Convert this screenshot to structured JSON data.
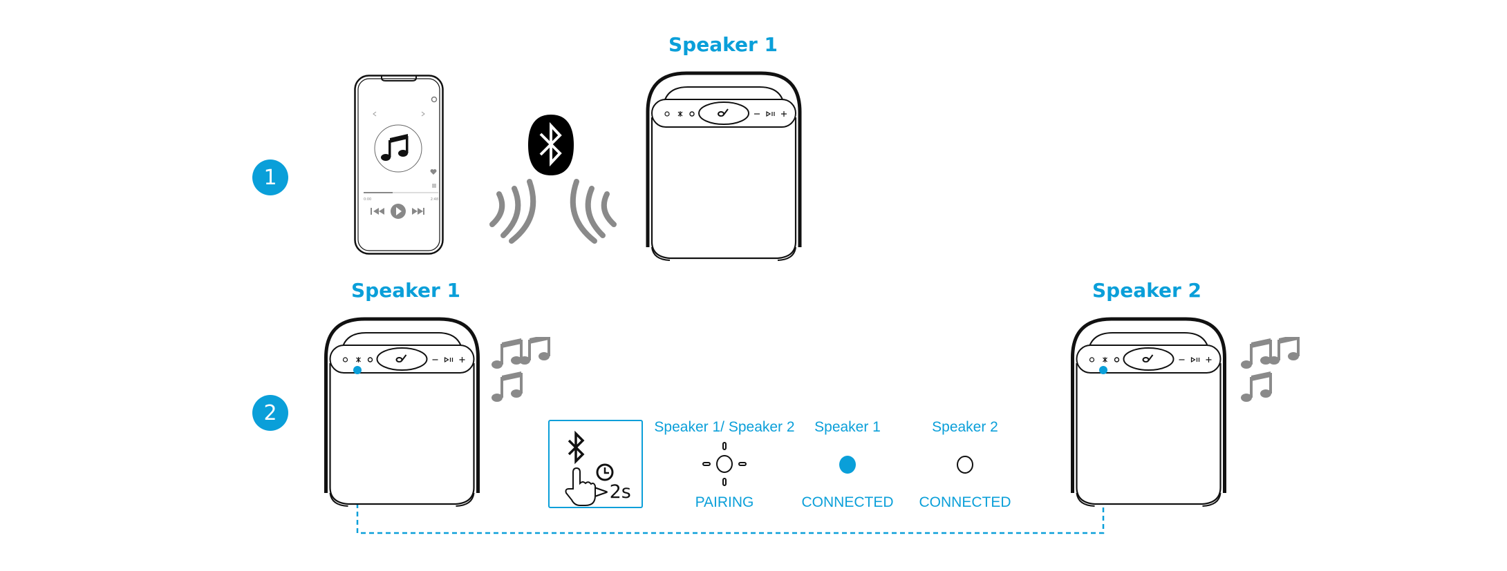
{
  "colors": {
    "accent": "#0a9fd9",
    "gray": "#8a8a8a",
    "ink": "#111111"
  },
  "step1": {
    "number": "1",
    "speaker_title": "Speaker 1",
    "phone": {
      "time_elapsed": "0:00",
      "time_total": "2:48"
    }
  },
  "step2": {
    "number": "2",
    "left_speaker_title": "Speaker 1",
    "right_speaker_title": "Speaker 2",
    "instruction": {
      "hold_label": ">2s"
    },
    "legend": [
      {
        "title": "Speaker 1/ Speaker 2",
        "state": "PAIRING"
      },
      {
        "title": "Speaker 1",
        "state": "CONNECTED"
      },
      {
        "title": "Speaker 2",
        "state": "CONNECTED"
      }
    ]
  }
}
